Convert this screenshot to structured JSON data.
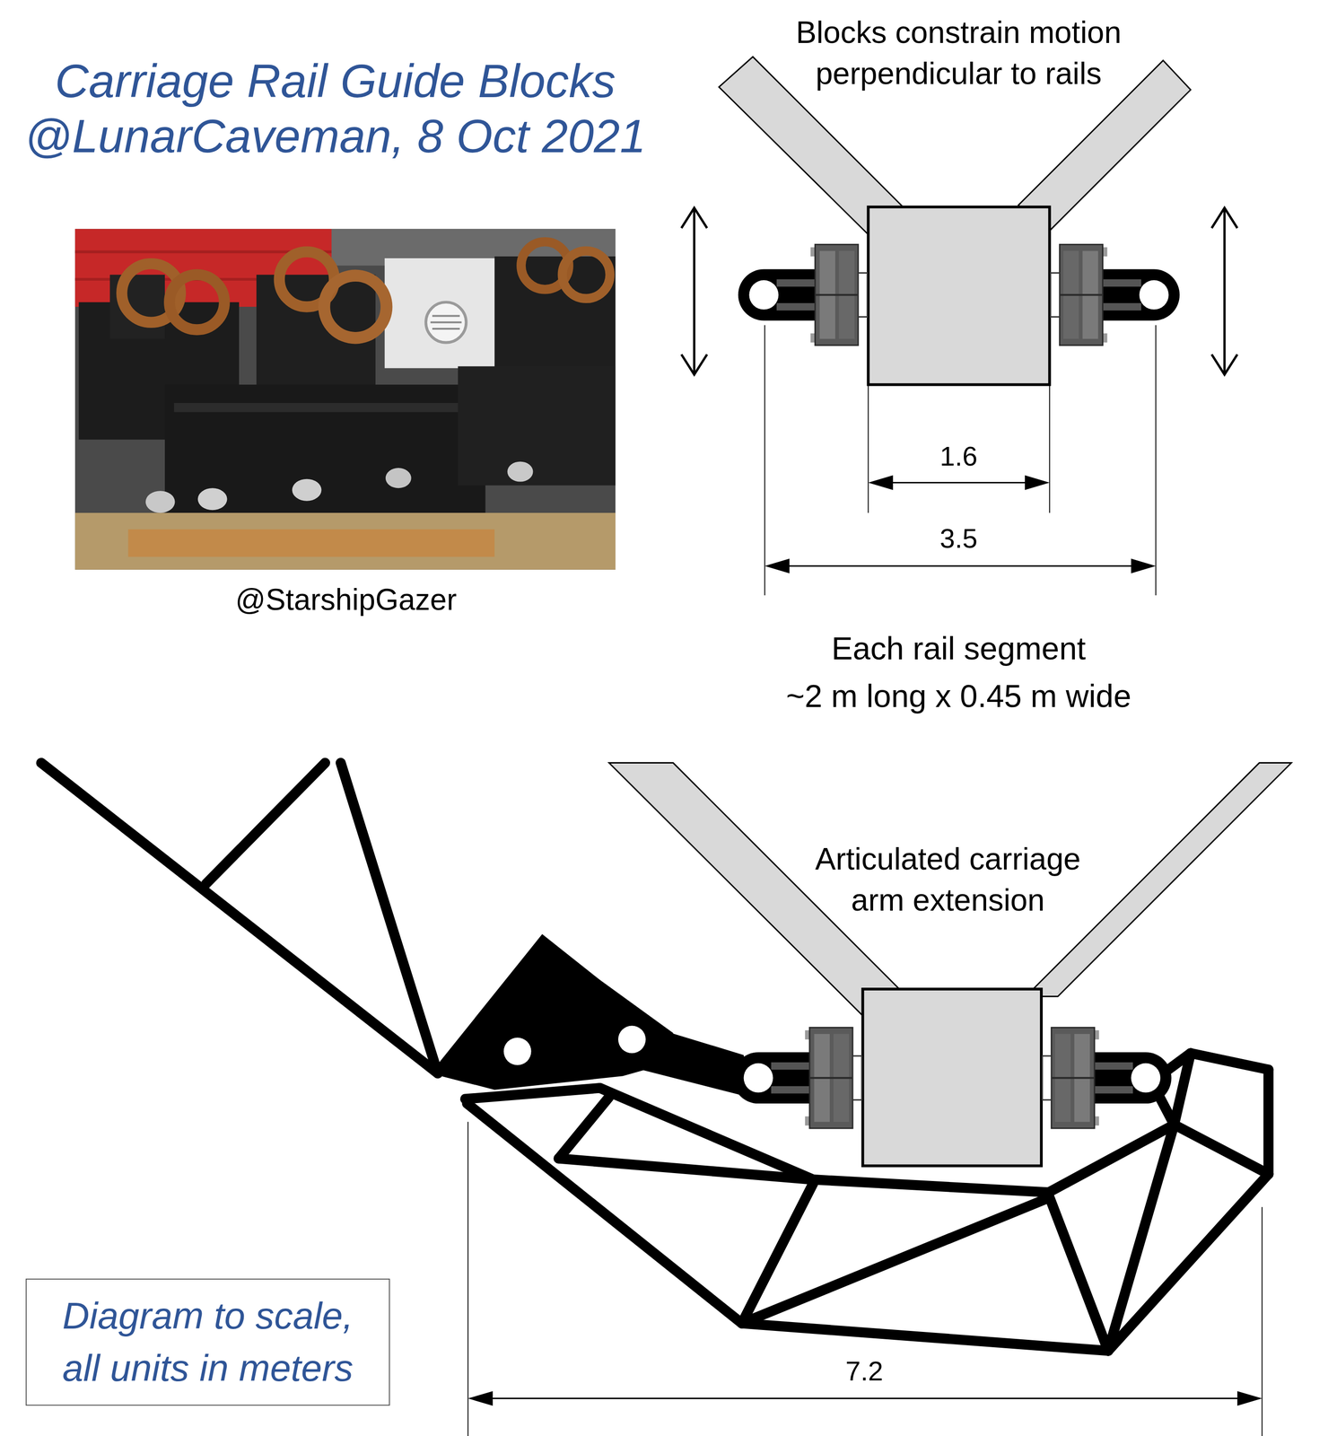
{
  "diagram": {
    "title": "Carriage Rail Guide Blocks @LunarCaveman, 8 Oct 2021",
    "nodes": [
      {
        "text": [
          "Diagram to scale, all units in meters"
        ]
      }
    ],
    "labels": [
      "@StarshipGazer",
      "Blocks constrain motion perpendicular to rails",
      "1.6",
      "3.5",
      "Each rail segment",
      "~2 m long x 0.45 m wide",
      "Articulated carriage arm extension",
      "7.2"
    ]
  }
}
